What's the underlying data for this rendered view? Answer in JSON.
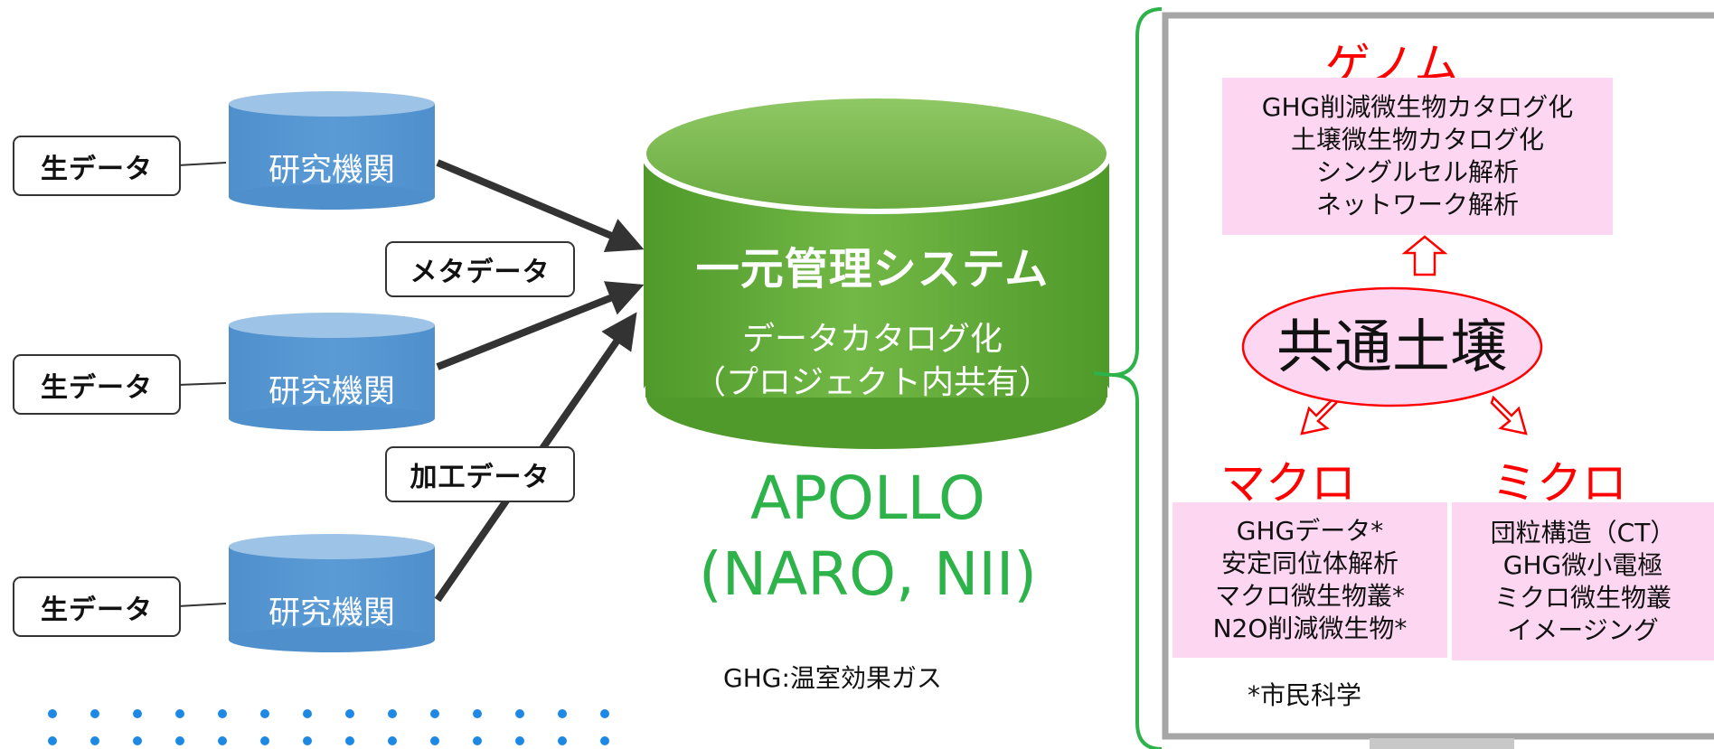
{
  "sources": [
    {
      "raw_label": "生データ",
      "institution": "研究機関"
    },
    {
      "raw_label": "生データ",
      "institution": "研究機関"
    },
    {
      "raw_label": "生データ",
      "institution": "研究機関"
    }
  ],
  "edge_labels": {
    "meta": "メタデータ",
    "processed": "加工データ"
  },
  "central": {
    "title": "一元管理システム",
    "subtitle_line1": "データカタログ化",
    "subtitle_line2": "（プロジェクト内共有）",
    "name_line1": "APOLLO",
    "name_line2": "(NARO, NII)"
  },
  "footnote_ghg": "GHG:温室効果ガス",
  "right_panel": {
    "genome": {
      "title": "ゲノム",
      "items": [
        "GHG削減微生物カタログ化",
        "土壌微生物カタログ化",
        "シングルセル解析",
        "ネットワーク解析"
      ]
    },
    "center": "共通土壌",
    "macro": {
      "title": "マクロ",
      "items": [
        "GHGデータ*",
        "安定同位体解析",
        "マクロ微生物叢*",
        "N2O削減微生物*"
      ]
    },
    "micro": {
      "title": "ミクロ",
      "items": [
        "団粒構造（CT）",
        "GHG微小電極",
        "ミクロ微生物叢",
        "イメージング"
      ]
    },
    "footnote": "*市民科学"
  },
  "colors": {
    "cylinder_blue": "#5b9bd5",
    "cylinder_green": "#6ab23e",
    "apollo_green": "#2db34a",
    "accent_red": "#ff0000",
    "pink": "#fdd7f2",
    "bracket_green": "#2db34a",
    "dots": "#1e88e5"
  }
}
